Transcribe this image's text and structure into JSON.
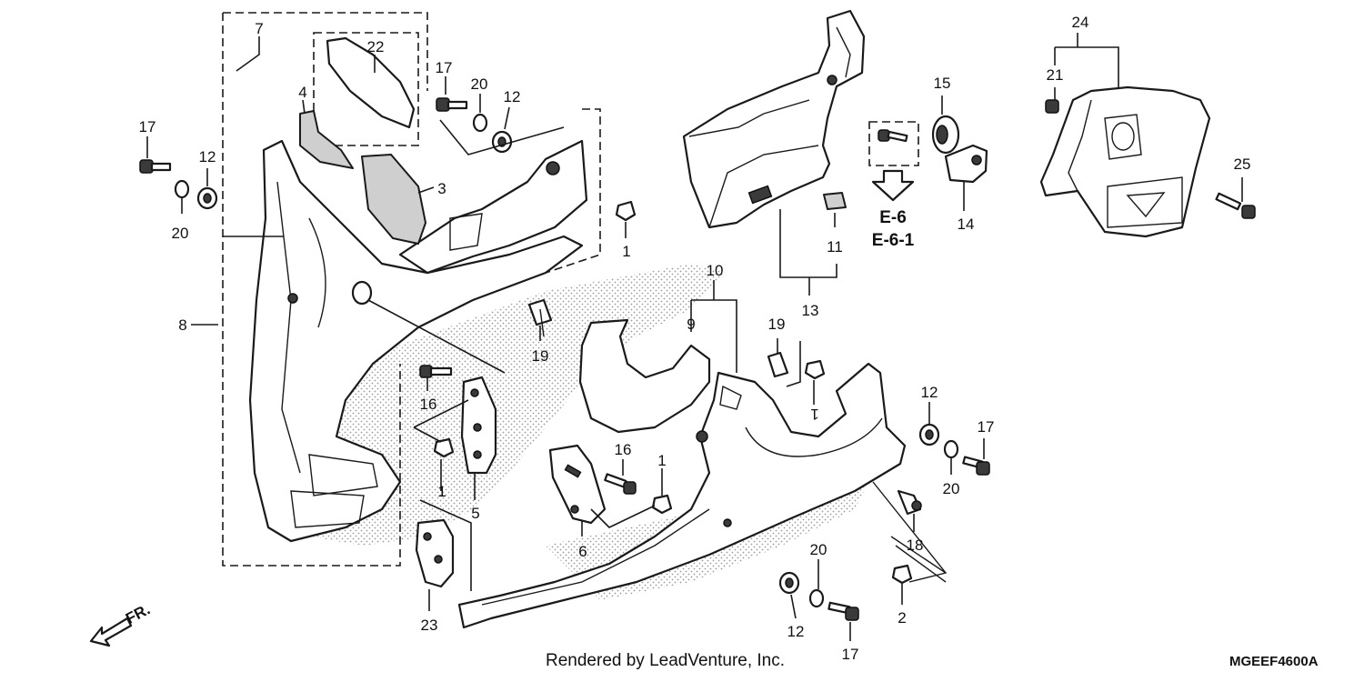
{
  "callouts": {
    "c1a": "1",
    "c1b": "1",
    "c1c": "1",
    "c1d": "1",
    "c2": "2",
    "c3": "3",
    "c4": "4",
    "c5": "5",
    "c6": "6",
    "c7": "7",
    "c8": "8",
    "c9": "9",
    "c10": "10",
    "c11": "11",
    "c12a": "12",
    "c12b": "12",
    "c12c": "12",
    "c12d": "12",
    "c13": "13",
    "c14": "14",
    "c15": "15",
    "c16a": "16",
    "c16b": "16",
    "c17a": "17",
    "c17b": "17",
    "c17c": "17",
    "c17d": "17",
    "c18": "18",
    "c19a": "19",
    "c19b": "19",
    "c20a": "20",
    "c20b": "20",
    "c20c": "20",
    "c20d": "20",
    "c21": "21",
    "c22": "22",
    "c23": "23",
    "c24": "24",
    "c25": "25"
  },
  "reference": {
    "line1": "E-6",
    "line2": "E-6-1"
  },
  "direction": {
    "label": "FR."
  },
  "credit": "Rendered by LeadVenture, Inc.",
  "diagram_code": "MGEEF4600A"
}
